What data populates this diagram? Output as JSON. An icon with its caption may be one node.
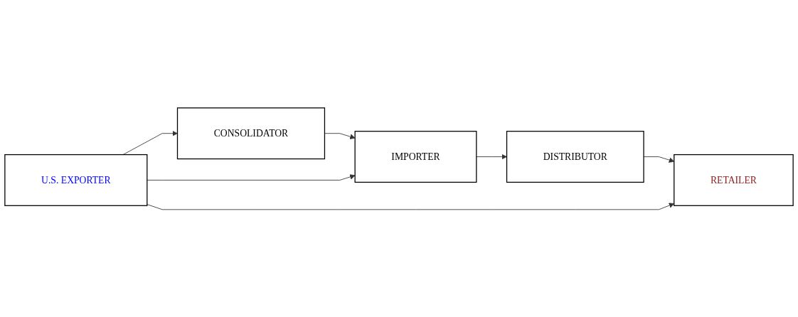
{
  "diagram": {
    "nodes": [
      {
        "text": [
          "CONSOLIDATOR"
        ]
      },
      {
        "text": [
          "U.S. EXPORTER"
        ]
      },
      {
        "text": [
          "IMPORTER"
        ]
      },
      {
        "text": [
          "DISTRIBUTOR"
        ]
      },
      {
        "text": [
          "RETAILER"
        ]
      }
    ],
    "edges": [
      {
        "from": 1,
        "to": 0,
        "arrow": "to"
      },
      {
        "from": 0,
        "to": 2,
        "arrow": "to"
      },
      {
        "from": 1,
        "to": 2,
        "arrow": "to"
      },
      {
        "from": 2,
        "to": 3,
        "arrow": "to"
      },
      {
        "from": 3,
        "to": 4,
        "arrow": "to"
      },
      {
        "from": 1,
        "to": 4,
        "arrow": "to"
      }
    ]
  }
}
